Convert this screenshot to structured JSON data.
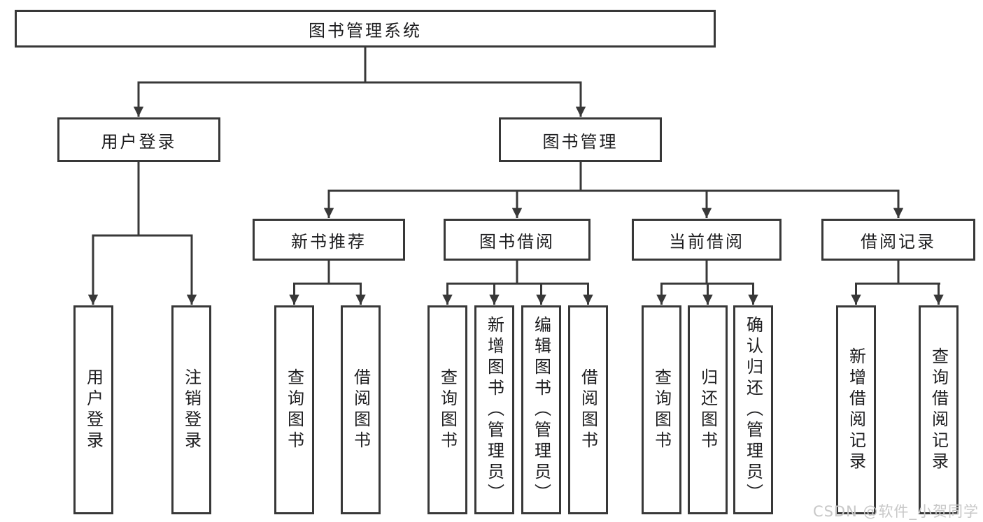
{
  "diagram_type": "tree",
  "colors": {
    "line": "#383838",
    "box_border": "#383838",
    "text": "#1d1d1f",
    "background": "#ffffff",
    "watermark": "#c8c8c8"
  },
  "tree": {
    "label": "图书管理系统",
    "children": [
      {
        "label": "用户登录",
        "children": [
          {
            "label": "用户登录"
          },
          {
            "label": "注销登录"
          }
        ]
      },
      {
        "label": "图书管理",
        "children": [
          {
            "label": "新书推荐",
            "children": [
              {
                "label": "查询图书"
              },
              {
                "label": "借阅图书"
              }
            ]
          },
          {
            "label": "图书借阅",
            "children": [
              {
                "label": "查询图书"
              },
              {
                "label": "新增图书（管理员）"
              },
              {
                "label": "编辑图书（管理员）"
              },
              {
                "label": "借阅图书"
              }
            ]
          },
          {
            "label": "当前借阅",
            "children": [
              {
                "label": "查询图书"
              },
              {
                "label": "归还图书"
              },
              {
                "label": "确认归还（管理员）"
              }
            ]
          },
          {
            "label": "借阅记录",
            "children": [
              {
                "label": "新增借阅记录"
              },
              {
                "label": "查询借阅记录"
              }
            ]
          }
        ]
      }
    ]
  },
  "watermark": {
    "text": "CSDN @软件_小贺同学"
  }
}
